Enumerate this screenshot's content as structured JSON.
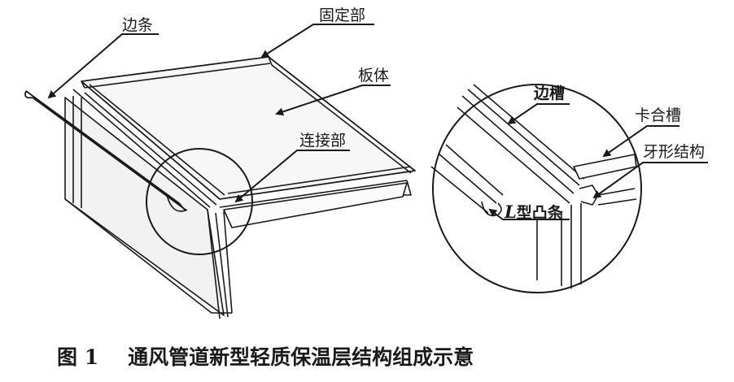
{
  "labels": {
    "edge_strip": "边条",
    "fixed_part": "固定部",
    "panel_body": "板体",
    "connector": "连接部",
    "side_groove": "边槽",
    "clamp_groove": "卡合槽",
    "tooth_structure": "牙形结构",
    "l_prefix": "L",
    "l_rib": "型凸条"
  },
  "caption": {
    "figure": "图 1",
    "text": "通风管道新型轻质保温层结构组成示意"
  },
  "colors": {
    "line": "#1a1a1a",
    "panel_fill": "#f2f2f2"
  }
}
